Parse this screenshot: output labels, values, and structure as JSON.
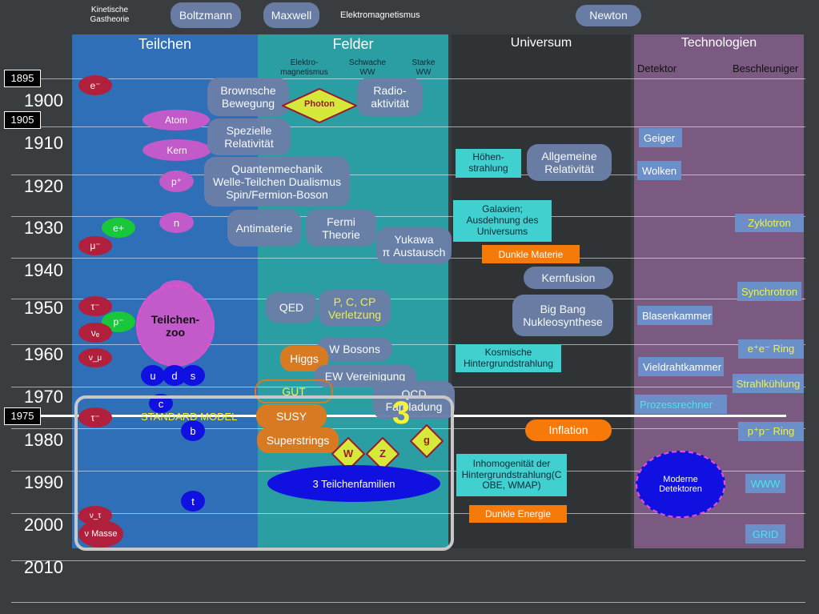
{
  "top": {
    "kinetic": "Kinetische\nGastheorie",
    "boltzmann": "Boltzmann",
    "maxwell": "Maxwell",
    "elektromagnetismus": "Elektromagnetismus",
    "newton": "Newton"
  },
  "columns": {
    "teilchen": "Teilchen",
    "felder": "Felder",
    "universum": "Universum",
    "technologien": "Technologien"
  },
  "subheads": {
    "elektro": "Elektro-\nmagnetismus",
    "schwache": "Schwache\nWW",
    "starke": "Starke\nWW",
    "detektor": "Detektor",
    "beschleuniger": "Beschleuniger"
  },
  "years": [
    "1900",
    "1910",
    "1920",
    "1930",
    "1940",
    "1950",
    "1960",
    "1970",
    "1980",
    "1990",
    "2000",
    "2010"
  ],
  "marker_years": {
    "y1895": "1895",
    "y1905": "1905",
    "y1975": "1975"
  },
  "particles": {
    "e_minus": "e⁻",
    "atom": "Atom",
    "kern": "Kern",
    "p_plus": "p⁺",
    "n": "n",
    "e_plus": "e+",
    "mu_minus": "μ⁻",
    "pi": "π",
    "tau_minus": "τ⁻",
    "p_minus": "p⁻",
    "nu_e": "νₑ",
    "nu_mu": "ν_μ",
    "teilchenzoo": "Teilchen-\nzoo",
    "u": "u",
    "d": "d",
    "s": "s",
    "c": "c",
    "tau2": "τ⁻",
    "standard_model": "STANDARD MODEL",
    "b": "b",
    "t": "t",
    "nu_tau": "ν_τ",
    "nu_masse": "ν Masse"
  },
  "fields": {
    "brownsche": "Brownsche\nBewegung",
    "photon": "Photon",
    "radio": "Radio-\naktivität",
    "spezielle": "Spezielle\nRelativität",
    "quanten": "Quantenmechanik\nWelle-Teilchen Dualismus\nSpin/Fermion-Boson",
    "antimaterie": "Antimaterie",
    "fermi": "Fermi\nTheorie",
    "yukawa": "Yukawa\nπ Austausch",
    "qed": "QED",
    "pccp": "P, C, CP\nVerletzung",
    "wbosons": "W Bosons",
    "higgs": "Higgs",
    "ew": "EW Vereinigung",
    "gut": "GUT",
    "qcd": "QCD",
    "farbladung": "Farbladung",
    "three": "3",
    "susy": "SUSY",
    "superstrings": "Superstrings",
    "w": "W",
    "z": "Z",
    "g": "g",
    "familien": "3 Teilchenfamilien"
  },
  "universe": {
    "hoehen": "Höhen-\nstrahlung",
    "allgemeine": "Allgemeine\nRelativität",
    "galaxien": "Galaxien;\nAusdehnung des\nUniversums",
    "dunkle_materie": "Dunkle Materie",
    "kernfusion": "Kernfusion",
    "bigbang": "Big Bang\nNukleosynthese",
    "kosmische": "Kosmische\nHintergrundstrahlung",
    "inflation": "Inflation",
    "inhomogen": "Inhomogenität der\nHintergrundstrahlung(C\nOBE, WMAP)",
    "dunkle_energie": "Dunkle Energie"
  },
  "tech": {
    "geiger": "Geiger",
    "wolken": "Wolken",
    "zyklotron": "Zyklotron",
    "synchrotron": "Synchrotron",
    "blasenkammer": "Blasenkammer",
    "eering": "e⁺e⁻ Ring",
    "vieldraht": "Vieldrahtkammer",
    "strahlkuehlung": "Strahlkühlung",
    "prozessrechner": "Prozessrechner",
    "ppring": "p⁺p⁻ Ring",
    "moderne": "Moderne\nDetektoren",
    "www": "WWW",
    "grid": "GRID"
  },
  "colors": {
    "teilchen_bg": "#2e6fb8",
    "felder_bg": "#2a9ea2",
    "universum_bg": "#2f3336",
    "tech_bg": "#7a5a80",
    "photon_fill": "#d6e93a",
    "photon_border": "#9a1930",
    "yellow_text": "#f3f33a"
  }
}
